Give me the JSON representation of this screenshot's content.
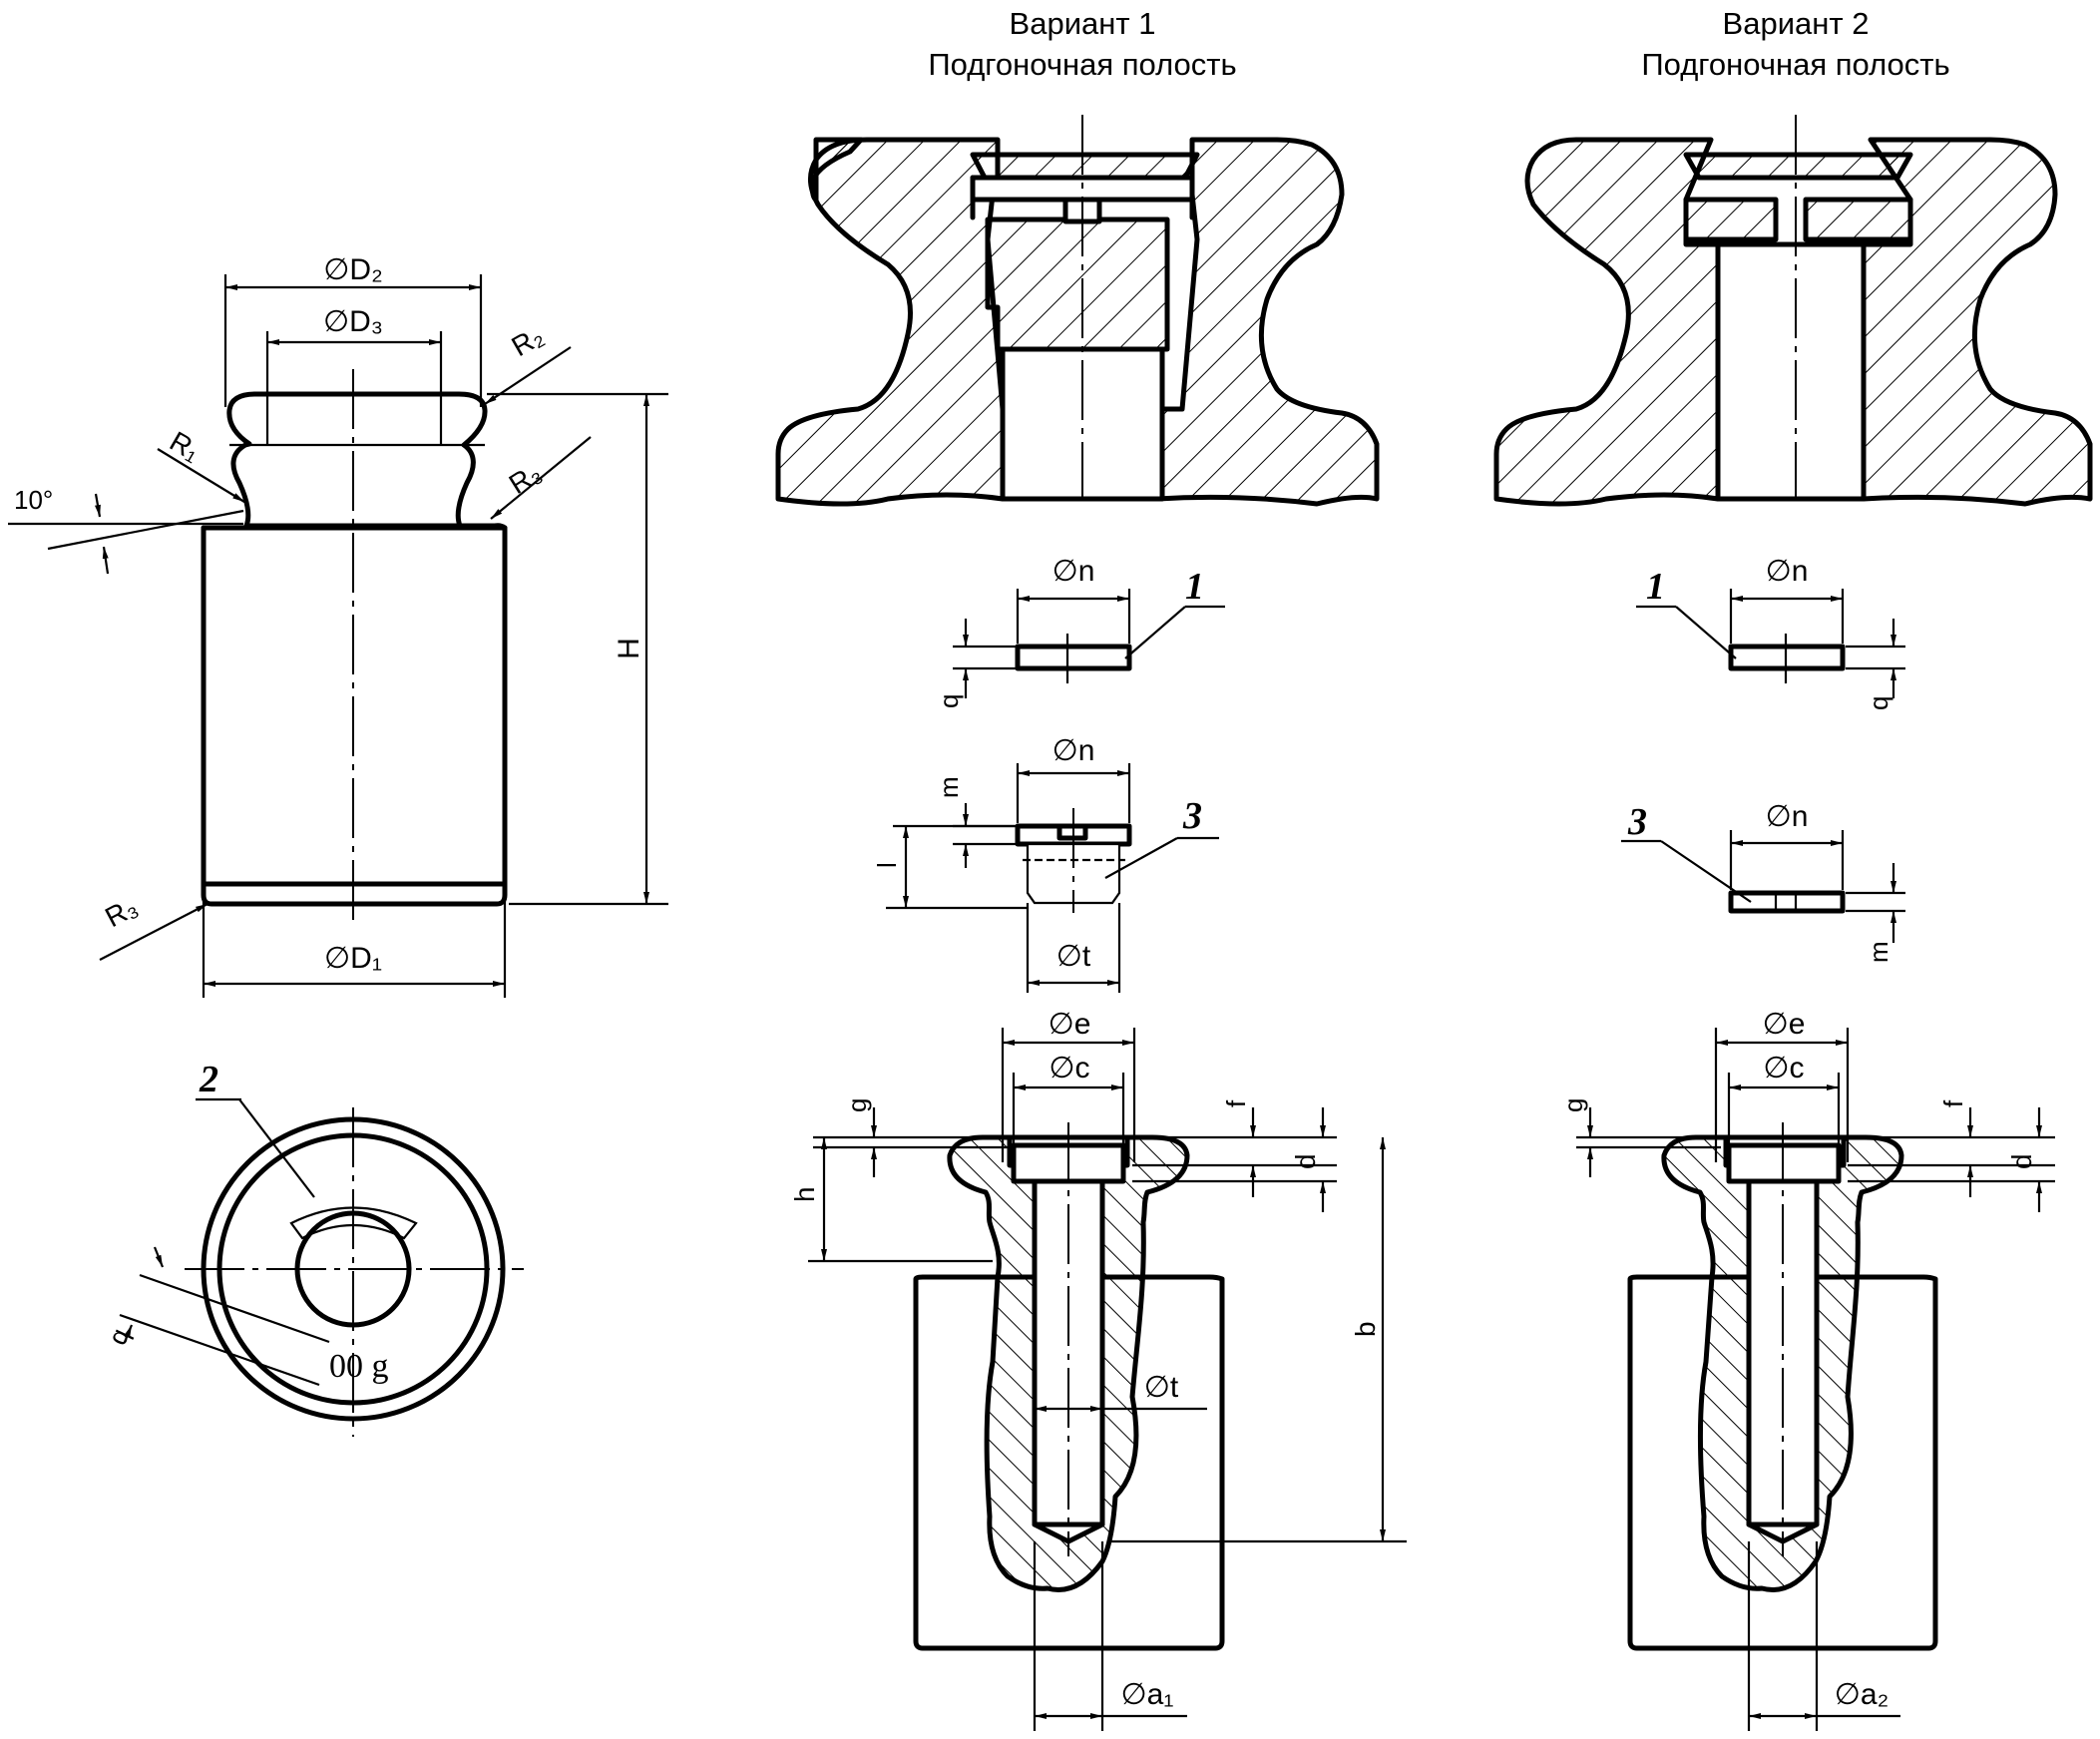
{
  "headers": {
    "variant1": {
      "title": "Вариант 1",
      "subtitle": "Подгоночная полость"
    },
    "variant2": {
      "title": "Вариант 2",
      "subtitle": "Подгоночная полость"
    }
  },
  "main_view": {
    "dims": {
      "d2": "∅D₂",
      "d3": "∅D₃",
      "d1": "∅D₁",
      "h": "H",
      "r1": "R₁",
      "r2": "R₂",
      "r3_top": "R₃",
      "r3_bottom": "R₃",
      "angle": "10°"
    }
  },
  "top_view": {
    "callout": "2",
    "marking": "00 g",
    "dim_q": "q"
  },
  "variant1": {
    "plate1": {
      "callout": "1",
      "dim_n": "∅n",
      "dim_q": "q"
    },
    "screw3": {
      "callout": "3",
      "dim_n": "∅n",
      "dim_m": "m",
      "dim_l": "l",
      "dim_t": "∅t"
    },
    "section": {
      "dim_e": "∅e",
      "dim_c": "∅c",
      "dim_g": "g",
      "dim_f": "f",
      "dim_d": "d",
      "dim_h": "h",
      "dim_b": "b",
      "dim_t": "∅t",
      "dim_a": "∅a₁"
    }
  },
  "variant2": {
    "plate1": {
      "callout": "1",
      "dim_n": "∅n",
      "dim_q": "q"
    },
    "plate3": {
      "callout": "3",
      "dim_n": "∅n",
      "dim_m": "m"
    },
    "section": {
      "dim_e": "∅e",
      "dim_c": "∅c",
      "dim_g": "g",
      "dim_f": "f",
      "dim_d": "d",
      "dim_a": "∅a₂"
    }
  }
}
